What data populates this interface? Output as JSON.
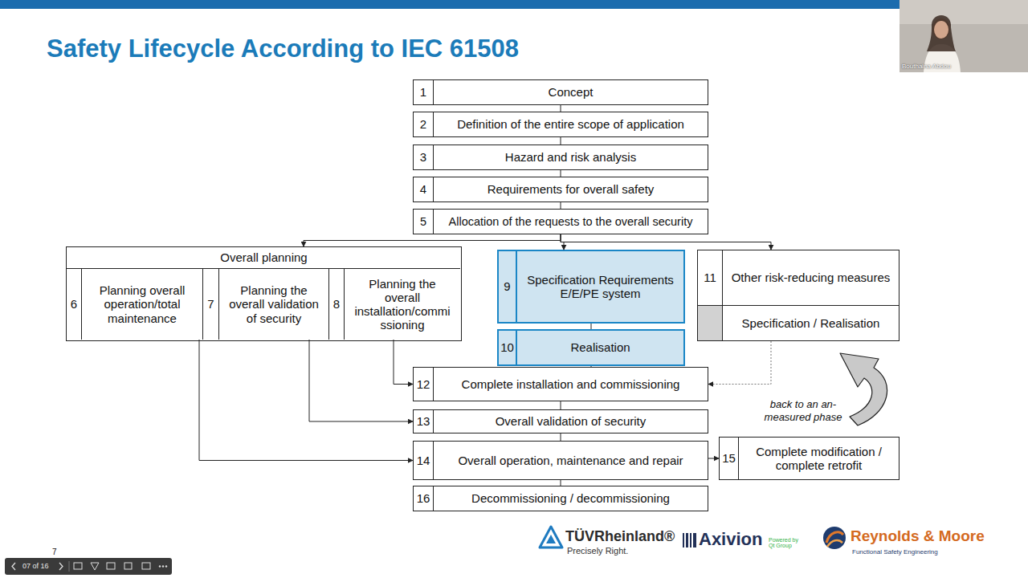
{
  "diagram": {
    "title": "Safety Lifecycle According to IEC 61508",
    "nodes": [
      {
        "text": [
          "1",
          "Concept"
        ]
      },
      {
        "text": [
          "2",
          "Definition of the entire scope of application"
        ]
      },
      {
        "text": [
          "3",
          "Hazard and risk analysis"
        ]
      },
      {
        "text": [
          "4",
          "Requirements for overall safety"
        ]
      },
      {
        "text": [
          "5",
          "Allocation of the requests to the overall security"
        ]
      },
      {
        "text": [
          "Overall planning"
        ]
      },
      {
        "text": [
          "6",
          "Planning overall operation/total maintenance"
        ],
        "in": 5
      },
      {
        "text": [
          "7",
          "Planning the overall validation of security"
        ],
        "in": 5
      },
      {
        "text": [
          "8",
          "Planning the overall installation/commissioning"
        ],
        "in": 5
      },
      {
        "text": [
          "9",
          "Specification Requirements E/E/PE system"
        ]
      },
      {
        "text": [
          "10",
          "Realisation"
        ]
      },
      {
        "text": [
          "11",
          "Other risk-reducing measures",
          "Specification / Realisation"
        ]
      },
      {
        "text": [
          "12",
          "Complete installation and commissioning"
        ]
      },
      {
        "text": [
          "13",
          "Overall validation of security"
        ]
      },
      {
        "text": [
          "14",
          "Overall operation, maintenance and repair"
        ]
      },
      {
        "text": [
          "15",
          "Complete modification / complete retrofit"
        ]
      },
      {
        "text": [
          "16",
          "Decommissioning / decommissioning"
        ]
      }
    ],
    "edges": [
      {
        "from": 0,
        "to": 1,
        "arrow": "none"
      },
      {
        "from": 1,
        "to": 2,
        "arrow": "none"
      },
      {
        "from": 2,
        "to": 3,
        "arrow": "none"
      },
      {
        "from": 3,
        "to": 4,
        "arrow": "none"
      },
      {
        "from": 4,
        "to": 5,
        "arrow": "to"
      },
      {
        "from": 4,
        "to": 9,
        "arrow": "to"
      },
      {
        "from": 4,
        "to": 11,
        "arrow": "to"
      },
      {
        "from": 9,
        "to": 10,
        "arrow": "none"
      },
      {
        "from": 10,
        "to": 12,
        "arrow": "none"
      },
      {
        "from": 8,
        "to": 12,
        "arrow": "to"
      },
      {
        "from": 7,
        "to": 13,
        "arrow": "to"
      },
      {
        "from": 6,
        "to": 14,
        "arrow": "to"
      },
      {
        "from": 11,
        "to": 12,
        "arrow": "to"
      },
      {
        "from": 12,
        "to": 13,
        "arrow": "none"
      },
      {
        "from": 13,
        "to": 14,
        "arrow": "none"
      },
      {
        "from": 14,
        "to": 15,
        "arrow": "to"
      },
      {
        "from": 14,
        "to": 16,
        "arrow": "none"
      }
    ],
    "labels": [
      "back to an an-measured phase",
      "Bouthaina Abdou",
      "7",
      "07 of 16",
      "TÜVRheinland®",
      "Precisely Right.",
      "Axivion",
      "Powered by Qt Group",
      "Reynolds & Moore",
      "Functional Safety Engineering"
    ]
  }
}
